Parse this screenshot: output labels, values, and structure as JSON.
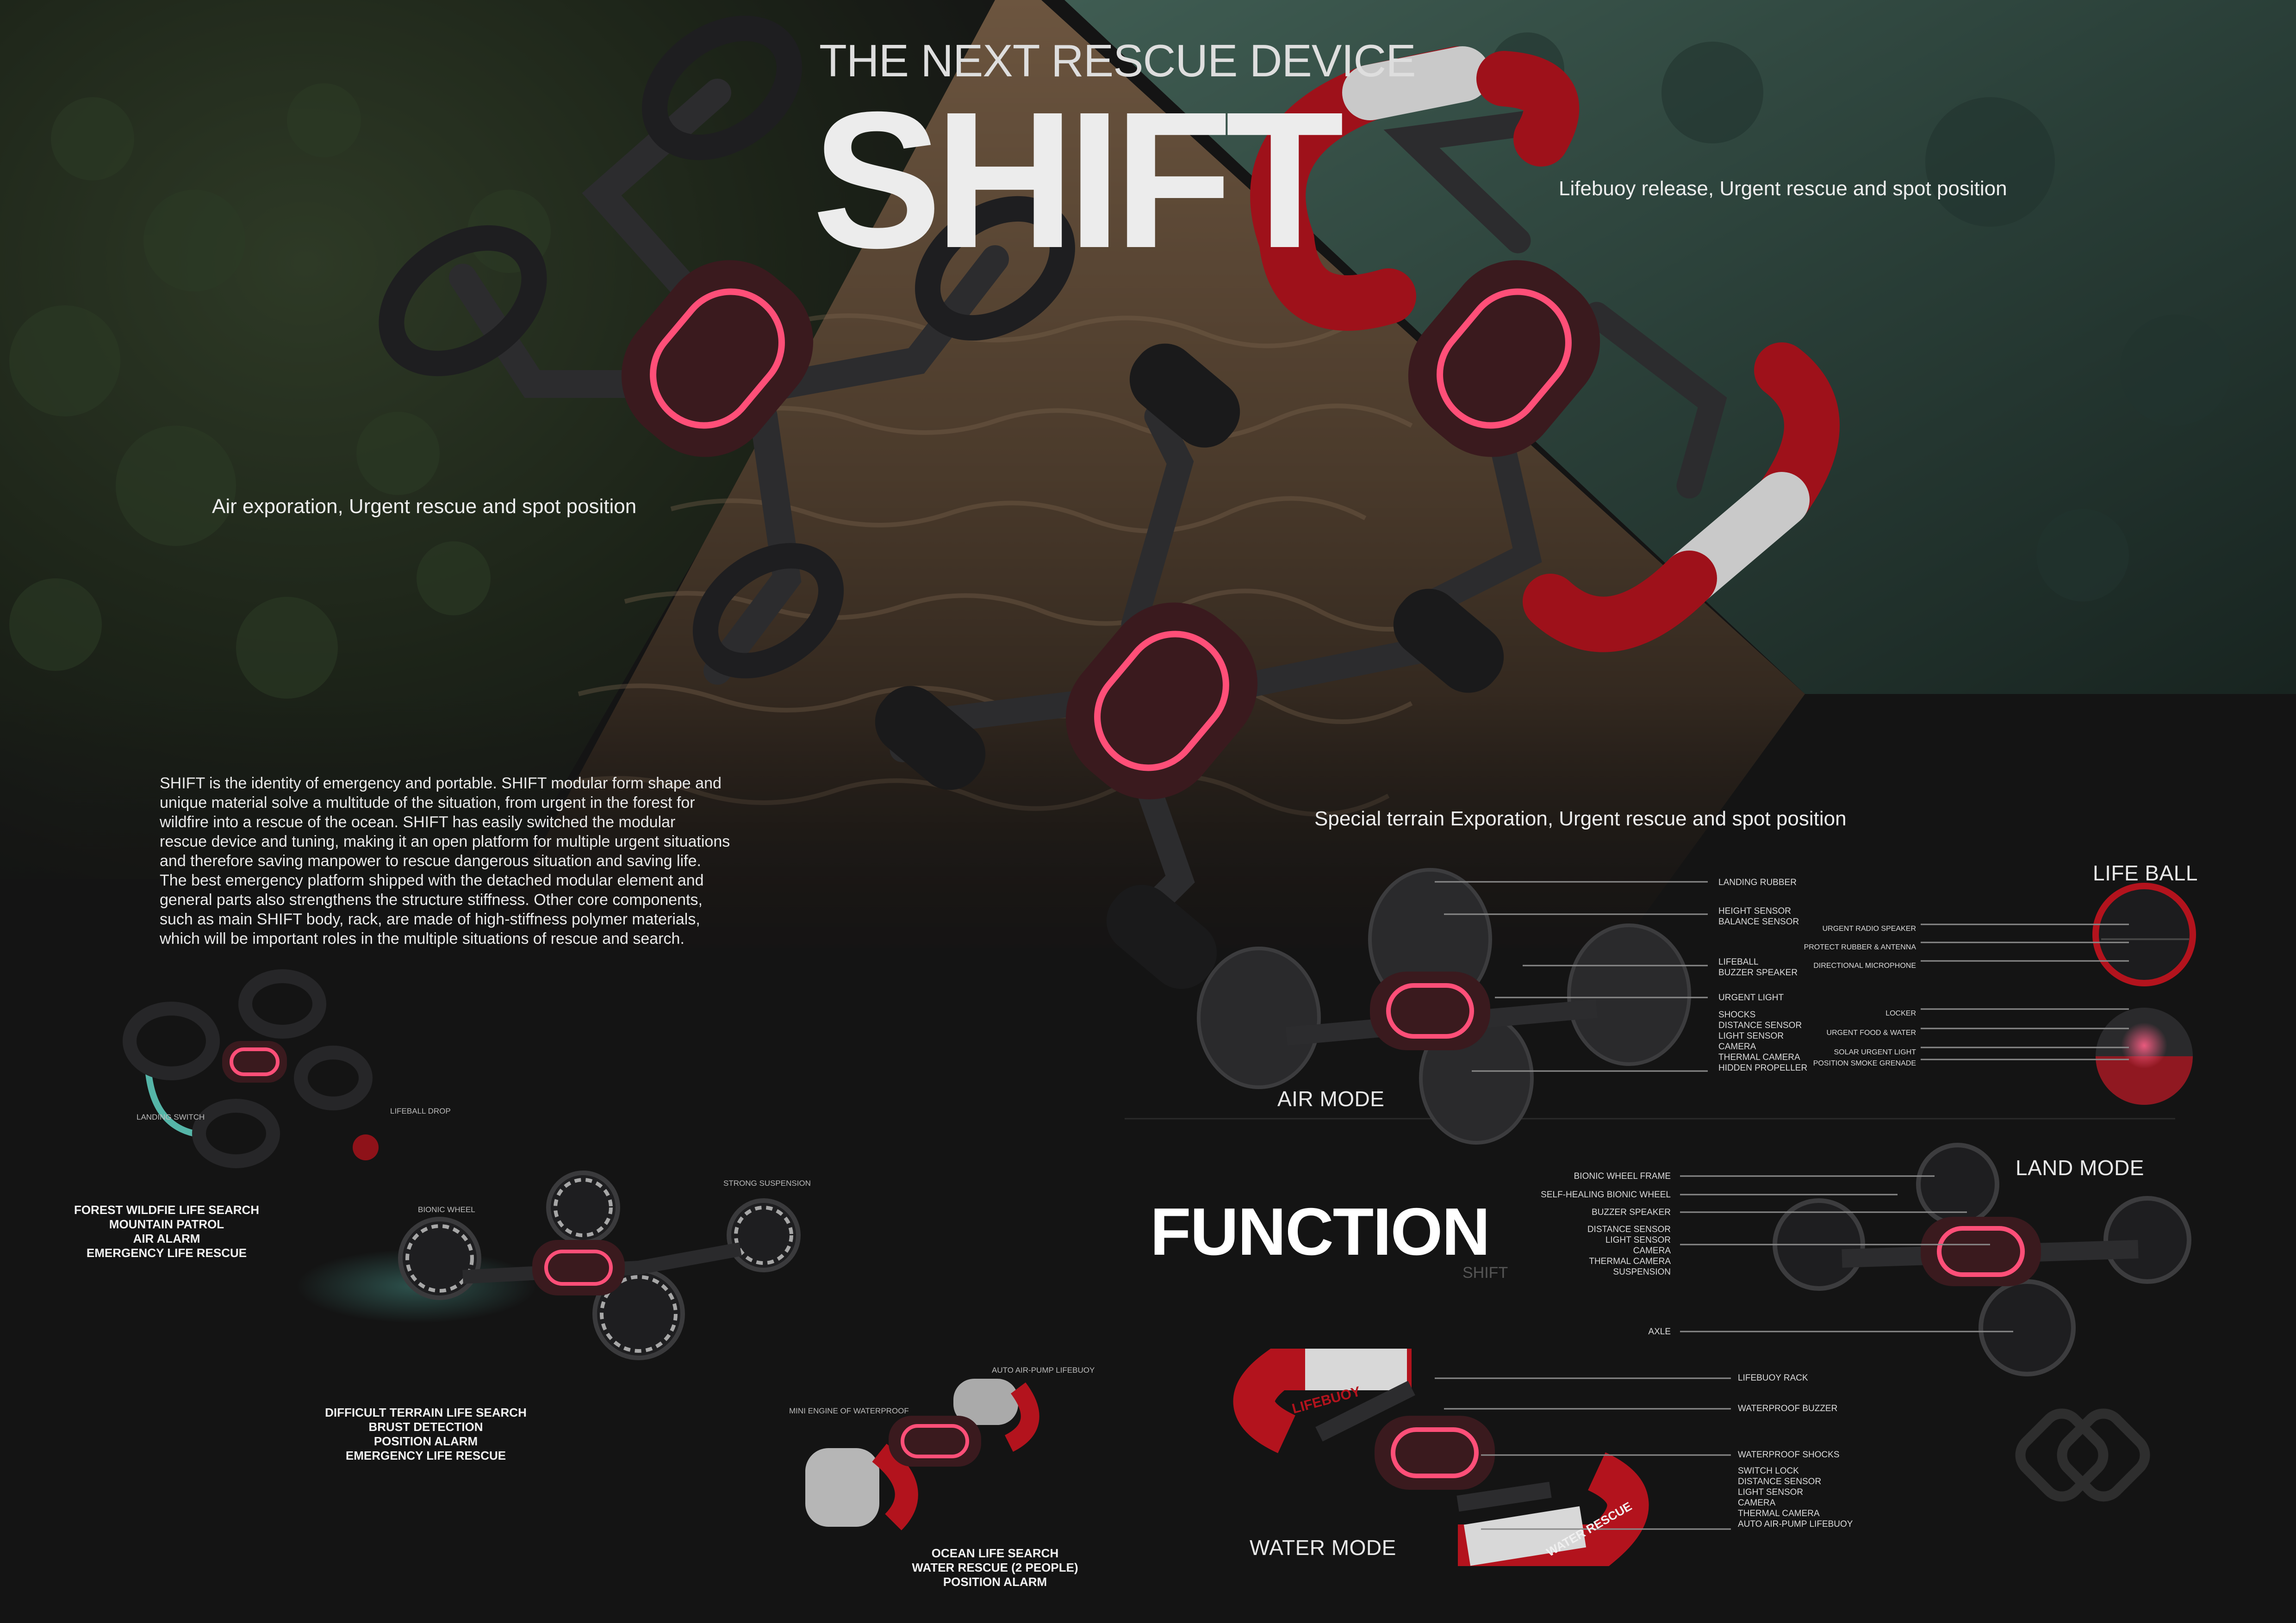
{
  "header": {
    "tagline": "THE NEXT RESCUE DEVICE",
    "product_name": "SHIFT"
  },
  "hero_captions": {
    "water": "Lifebuoy release, Urgent rescue and spot position",
    "air": "Air exporation, Urgent rescue and spot position",
    "terrain": "Special terrain Exporation, Urgent rescue and spot position"
  },
  "description": [
    "SHIFT is the identity of emergency and portable. SHIFT modular form shape and",
    "unique material solve a multitude of the situation, from urgent in the forest for",
    "wildfire into a rescue of the ocean.  SHIFT has easily switched the modular",
    "rescue device and tuning, making it an open platform for multiple urgent situations",
    "and therefore saving manpower to rescue dangerous situation and saving life.",
    "The best emergency platform shipped with the detached modular element and",
    "general parts also strengthens the structure stiffness. Other core components,",
    "such as main SHIFT body, rack, are made of high-stiffness polymer materials,",
    "which will be important roles in the multiple situations of rescue and search."
  ],
  "scenarios": {
    "forest": {
      "callouts": [
        "LANDING SWITCH",
        "LIFEBALL DROP"
      ],
      "lines": [
        "FOREST WILDFIE LIFE SEARCH",
        "MOUNTAIN PATROL",
        "AIR ALARM",
        "EMERGENCY LIFE RESCUE"
      ]
    },
    "terrain": {
      "callouts": [
        "BIONIC WHEEL",
        "STRONG SUSPENSION"
      ],
      "lines": [
        "DIFFICULT TERRAIN LIFE SEARCH",
        "BRUST DETECTION",
        "POSITION ALARM",
        "EMERGENCY LIFE RESCUE"
      ]
    },
    "ocean": {
      "callouts": [
        "MINI ENGINE OF WATERPROOF",
        "AUTO AIR-PUMP LIFEBUOY"
      ],
      "lines": [
        "OCEAN LIFE SEARCH",
        "WATER RESCUE (2 PEOPLE)",
        "POSITION ALARM"
      ]
    }
  },
  "function_section": {
    "title": "FUNCTION",
    "subtitle": "SHIFT"
  },
  "air_mode": {
    "label": "AIR MODE",
    "parts": [
      [
        "LANDING RUBBER"
      ],
      [
        "HEIGHT SENSOR",
        "BALANCE SENSOR"
      ],
      [
        "LIFEBALL",
        "BUZZER SPEAKER"
      ],
      [
        "URGENT LIGHT"
      ],
      [
        "SHOCKS",
        "DISTANCE SENSOR",
        "LIGHT SENSOR",
        "CAMERA",
        "THERMAL CAMERA",
        "HIDDEN PROPELLER"
      ]
    ]
  },
  "life_ball": {
    "label": "LIFE BALL",
    "top_parts": [
      "URGENT RADIO SPEAKER",
      "PROTECT RUBBER & ANTENNA",
      "DIRECTIONAL MICROPHONE"
    ],
    "bottom_parts": [
      "LOCKER",
      "URGENT FOOD & WATER",
      "SOLAR URGENT LIGHT",
      "POSITION SMOKE GRENADE"
    ]
  },
  "land_mode": {
    "label": "LAND MODE",
    "parts": [
      [
        "BIONIC WHEEL FRAME"
      ],
      [
        "SELF-HEALING BIONIC WHEEL"
      ],
      [
        "BUZZER SPEAKER"
      ],
      [
        "DISTANCE SENSOR",
        "LIGHT SENSOR",
        "CAMERA",
        "THERMAL CAMERA",
        "SUSPENSION"
      ],
      [
        "AXLE"
      ]
    ]
  },
  "water_mode": {
    "label": "WATER MODE",
    "buoy_text_1": "LIFEBUOY",
    "buoy_text_2": "WATER RESCUE",
    "parts": [
      [
        "LIFEBUOY RACK"
      ],
      [
        "WATERPROOF BUZZER"
      ],
      [
        "WATERPROOF SHOCKS"
      ],
      [
        "SWITCH LOCK",
        "DISTANCE SENSOR",
        "LIGHT SENSOR",
        "CAMERA",
        "THERMAL CAMERA",
        "AUTO AIR-PUMP LIFEBUOY"
      ]
    ]
  },
  "colors": {
    "background": "#141414",
    "accent_red": "#b3131d",
    "glow_pink": "#ff3f6c",
    "teal_glow": "#5cc6b8",
    "water_green": "#2e4a42",
    "sand": "#5a4633"
  }
}
